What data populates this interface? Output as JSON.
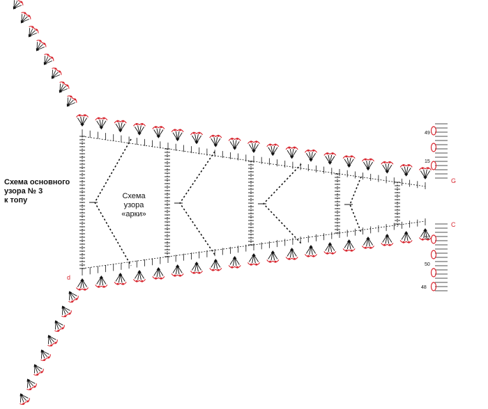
{
  "captions": {
    "main_pattern": [
      "Схема основного",
      "узора № 3",
      "к топу"
    ],
    "arch_pattern": [
      "Схема",
      "узора",
      "«арки»"
    ]
  },
  "row_numbers": {
    "upper": [
      "49",
      "15"
    ],
    "lower": [
      "52",
      "50",
      "48"
    ]
  },
  "corner_labels": {
    "left_bottom": "d",
    "right_top": "G",
    "right_bottom": "C"
  },
  "colors": {
    "chart_ink": "#111111",
    "accent_red": "#d8262f"
  }
}
